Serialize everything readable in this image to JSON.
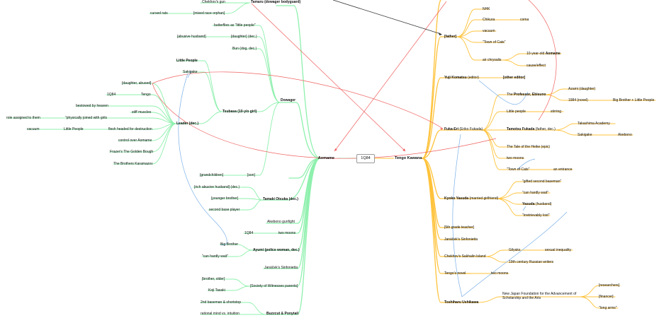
{
  "root": "1Q84",
  "palette": {
    "green": "#8ef0ad",
    "orange": "#ffc23a",
    "red": "#f06060",
    "blue": "#7ab0e8",
    "dark": "#333333"
  },
  "nodes": {
    "aomame": "Aomame",
    "tengo": "Tengo Kawana",
    "chekhovs_gun": "Chekhov's gun",
    "tamaru": "Tamaru (dowager bodyguard)",
    "cursed_rats": "cursed rats",
    "mixed_race": "[mixed race orphan]",
    "butterflies": "butterflies as \"little people\"",
    "abusive_husband": "[abusive husband]",
    "daughter_dec": "[daughter] (dec.)",
    "bun": "Bun (dog, dec.)",
    "little_people_l": "Little People",
    "dowager": "Dowager",
    "sakigake_l": "Sakigake",
    "daughter_abused": "[daughter, abused]",
    "q84": "1Q84",
    "tengo_l": "Tengo",
    "bestowed": "bestowed by heaven",
    "stiff_muscles": "stiff muscles",
    "tsubasa": "Tsubasa (10-y/o girl)",
    "role_assigned": "role assigned to them",
    "phys_joined": "\"physically joined with girls",
    "leader": "Leader (dec.)",
    "vacuum_l": "vacuum",
    "little_people_l2": "Little People",
    "flesh_headed": "flesh headed for destruction",
    "control": "control over Aomame",
    "frazer": "Frazer's The Golden Bough",
    "karamazov": "The Brothers Karamazov",
    "grandchildren": "[grandchildren]",
    "son": "[son]",
    "rich_abusive": "[rich abusive husband] (dec.)",
    "younger_brother": "[younger brother]",
    "tamaki": "Tamaki Otsuka (dec.)",
    "second_base": "second base player",
    "akebono_gunfight": "Akebono gunfight",
    "q84_b": "1Q84",
    "two_moons_l": "two moons",
    "big_brother_l": "Big Brother",
    "ayumi": "Ayumi (police woman, dec.)",
    "cant_hardly_l": "\"can hardly wait\"",
    "janacek_l": "Janáček's Sinfonietta",
    "brother_older": "[brother, older]",
    "witnesses": "[Society of Witnesses parents]",
    "koji": "Koji Tasaki",
    "baseman": "2nd baseman & shortstop",
    "rational": "rational mind vs. intuition",
    "buzzcut": "Buzzcut & Ponytail",
    "nhk": "NHK",
    "chikura": "Chikura",
    "coma": "coma",
    "father": "[father]",
    "vacuum_r": "vacuum",
    "town_cats_r": "\"Town of Cats\"",
    "air_chrysalis": "air chrysalis",
    "ten_year_old": "10-year-old",
    "aomame_r": "Aomame",
    "cause_effect": "cause/effect",
    "komatsu": "Yuji Komatsu",
    "komatsu_sub": " (editor)",
    "other_editor": "[other editor]",
    "azami": "Azami (daughter)",
    "professor_pre": "The ",
    "professor": "Professor, Ebisuno",
    "novel_1984": "1984 (novel)",
    "big_brother_lp": "Big Brother + Little People",
    "little_people_r": "Little people",
    "stirring": "stirring",
    "fukaeri": "Fuka-Eri",
    "fukaeri_sub": " (Eriko Fukada)",
    "takashima": "Takashima Academy",
    "tamotsu": "Tamotsu Fukada",
    "tamotsu_sub": " (father, dec.)",
    "sakigake_r": "Sakigake",
    "akebono": "Akebono",
    "heike": "The Tale of the Heike (epic)",
    "two_moons_r": "two moons",
    "town_cats_r2": "\"Town of Cats\"",
    "entrance": "an entrance",
    "gifted": "\"gifted second baseman\"",
    "cant_hardly_r": "\"can hardly wait\"",
    "kyoko": "Kyoko Yasuda",
    "kyoko_sub": " (married girlfriend)",
    "yasuda_pre": "Yasuda",
    "yasuda_sub": " (husband)",
    "irretrievably": "\"irretrievably lost\"",
    "fifth_grade": "[5th grade teacher]",
    "janacek_r": "Janáček's Sinfonietta",
    "gilyaks": "Gilyaks",
    "sexual_ineq": "sexual inequality",
    "sakhalin": "Chekhov's Sakhalin Island",
    "russian_writers": "19th century Russian writers",
    "tengos_novel": "Tengo's novel",
    "two_moons_r2": "two moons",
    "ushikawa": "Toshiharu Ushikawa",
    "foundation": "New Japan Foundation for the Advancement of",
    "foundation2": "Scholarship and the Arts",
    "researchers": "[researchers]",
    "financer": "[financer]",
    "long_arms": "\"long arms\""
  }
}
